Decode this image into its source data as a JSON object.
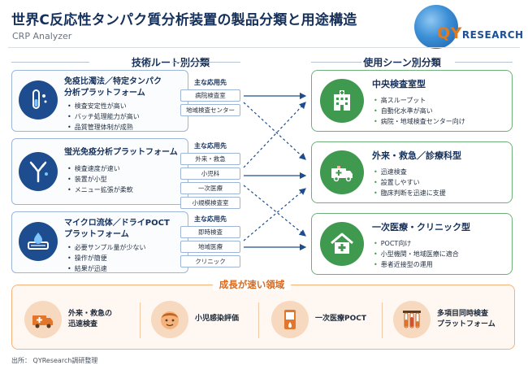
{
  "header": {
    "title": "世界C反応性タンパク質分析装置の製品分類と用途構造",
    "subtitle": "CRP Analyzer"
  },
  "logo": {
    "qy": "QY",
    "rest": "RESEARCH"
  },
  "columns": {
    "left_heading": "技術ルート別分類",
    "right_heading": "使用シーン別分類"
  },
  "technologies": [
    {
      "title_line1": "免疫比濁法／特定タンパク",
      "title_line2": "分析プラットフォーム",
      "bullets": [
        "検査安定性が高い",
        "バッチ処理能力が高い",
        "品質管理体制が成熟"
      ],
      "apps_label": "主な応用先",
      "apps": [
        "病院検査室",
        "地域検査センター"
      ],
      "icon": "test-tube-icon"
    },
    {
      "title_line1": "蛍光免疫分析プラットフォーム",
      "title_line2": "",
      "bullets": [
        "検査速度が速い",
        "装置が小型",
        "メニュー拡張が柔軟"
      ],
      "apps_label": "主な応用先",
      "apps": [
        "外来・救急",
        "小児科",
        "一次医療",
        "小規模検査室"
      ],
      "icon": "antibody-icon"
    },
    {
      "title_line1": "マイクロ流体／ドライPOCT",
      "title_line2": "プラットフォーム",
      "bullets": [
        "必要サンプル量が少ない",
        "操作が簡便",
        "結果が迅速"
      ],
      "apps_label": "主な応用先",
      "apps": [
        "即時検査",
        "地域医療",
        "クリニック"
      ],
      "icon": "microfluidic-chip-icon"
    }
  ],
  "scenes": [
    {
      "title": "中央検査室型",
      "bullets": [
        "高スループット",
        "自動化水準が高い",
        "病院・地域検査センター向け"
      ],
      "icon": "hospital-icon"
    },
    {
      "title": "外来・救急／診療科型",
      "bullets": [
        "迅速検査",
        "設置しやすい",
        "臨床判断を迅速に支援"
      ],
      "icon": "ambulance-icon"
    },
    {
      "title": "一次医療・クリニック型",
      "bullets": [
        "POCT向け",
        "小型機関・地域医療に適合",
        "患者近接型の運用"
      ],
      "icon": "clinic-house-icon"
    }
  ],
  "growth": {
    "title": "成長が速い領域",
    "items": [
      {
        "label_line1": "外来・救急の",
        "label_line2": "迅速検査",
        "icon": "ambulance-icon"
      },
      {
        "label_line1": "小児感染評価",
        "label_line2": "",
        "icon": "child-face-icon"
      },
      {
        "label_line1": "一次医療POCT",
        "label_line2": "",
        "icon": "handheld-device-icon"
      },
      {
        "label_line1": "多項目同時検査",
        "label_line2": "プラットフォーム",
        "icon": "test-tubes-icon"
      }
    ]
  },
  "source": "出所： QYResearch調研整理",
  "colors": {
    "navy": "#15305a",
    "tech_icon_bg": "#1d4d8f",
    "scene_green": "#3f9a4f",
    "growth_orange": "#d8691f"
  }
}
